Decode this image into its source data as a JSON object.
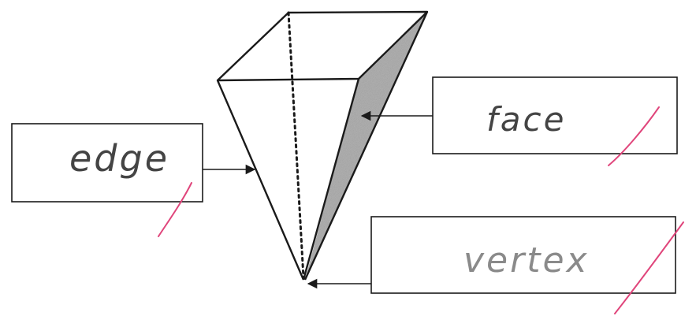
{
  "labels": {
    "edge": "edge",
    "face": "face",
    "vertex": "vertex"
  },
  "colors": {
    "ink": "#1a1a1a",
    "pencil": "#444444",
    "pencil_light": "#8a8a8a",
    "shaded_face": "#b5b5b5",
    "tick_mark": "#e0457b"
  }
}
